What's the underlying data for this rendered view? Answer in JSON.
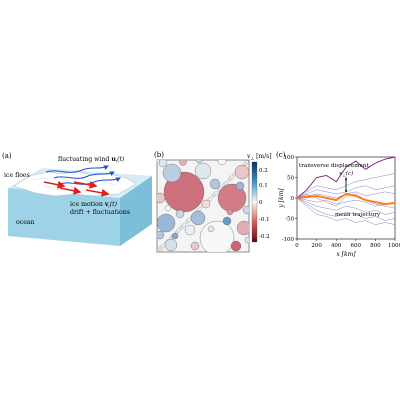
{
  "panel_a": {
    "label": "(a)",
    "wind_label": "fluctuating wind",
    "wind_symbol": "u",
    "wind_sub": "i",
    "wind_arg": "(t)",
    "ice_floes_label": "ice floes",
    "ocean_label": "ocean",
    "ice_motion_label": "ice motion",
    "ice_motion_symbol": "v",
    "ice_motion_sub": "i",
    "ice_motion_arg": "(t)",
    "drift_label": "drift + fluctuations",
    "colors": {
      "wind_arrow": "#1f4fd8",
      "ice_arrow": "#e02020",
      "ocean_top": "#d6ecf5",
      "ocean_side": "#8fcbe2"
    }
  },
  "panel_b": {
    "label": "(b)",
    "colorbar_title": "v",
    "colorbar_sub": "⊥",
    "colorbar_unit": "[m/s]",
    "colorbar_ticks": [
      "0.2",
      "0.1",
      "0",
      "-0.1",
      "-0.2"
    ],
    "colormap": {
      "positive": "#2166ac",
      "zero": "#f7f7f7",
      "negative": "#b2182b"
    }
  },
  "panel_c": {
    "label": "(c)",
    "annotation_transverse": "transverse displacement",
    "annotation_symbol": "x",
    "annotation_sub": "⊥",
    "annotation_arg": "(c)",
    "annotation_mean": "mean trajectory",
    "colors": {
      "trajectories": "#5a5ab0",
      "highlight": "#7a1a7a",
      "mean": "#ff7f1a"
    }
  },
  "chart_data": {
    "type": "line",
    "xlabel": "x [km]",
    "ylabel": "y [km]",
    "xlim": [
      0,
      1000
    ],
    "ylim": [
      -100,
      100
    ],
    "xticks": [
      "0",
      "200",
      "400",
      "600",
      "800",
      "1000"
    ],
    "yticks": [
      "100",
      "50",
      "0",
      "-50",
      "-100"
    ],
    "x": [
      0,
      100,
      200,
      300,
      400,
      500,
      600,
      700,
      800,
      900,
      1000
    ],
    "series": [
      {
        "values": [
          0,
          20,
          50,
          55,
          40,
          75,
          90,
          70,
          85,
          95,
          100
        ]
      },
      {
        "values": [
          0,
          15,
          30,
          25,
          20,
          30,
          40,
          45,
          50,
          55,
          60
        ]
      },
      {
        "values": [
          0,
          10,
          20,
          15,
          10,
          15,
          25,
          30,
          20,
          25,
          30
        ]
      },
      {
        "values": [
          0,
          5,
          10,
          5,
          0,
          10,
          15,
          5,
          10,
          15,
          10
        ]
      },
      {
        "values": [
          0,
          -5,
          -10,
          -5,
          -15,
          -10,
          -5,
          -10,
          -20,
          -15,
          -10
        ]
      },
      {
        "values": [
          0,
          -10,
          -20,
          -25,
          -30,
          -20,
          -25,
          -35,
          -30,
          -40,
          -35
        ]
      },
      {
        "values": [
          0,
          -15,
          -30,
          -40,
          -45,
          -35,
          -40,
          -50,
          -45,
          -55,
          -50
        ]
      },
      {
        "values": [
          0,
          -20,
          -40,
          -45,
          -55,
          -50,
          -60,
          -55,
          -65,
          -60,
          -65
        ]
      },
      {
        "values": [
          0,
          8,
          0,
          -10,
          -20,
          5,
          10,
          -5,
          -15,
          -20,
          -25
        ]
      }
    ],
    "mean_trajectory": [
      0,
      2,
      5,
      0,
      -5,
      10,
      5,
      -5,
      -10,
      -15,
      -12
    ]
  }
}
